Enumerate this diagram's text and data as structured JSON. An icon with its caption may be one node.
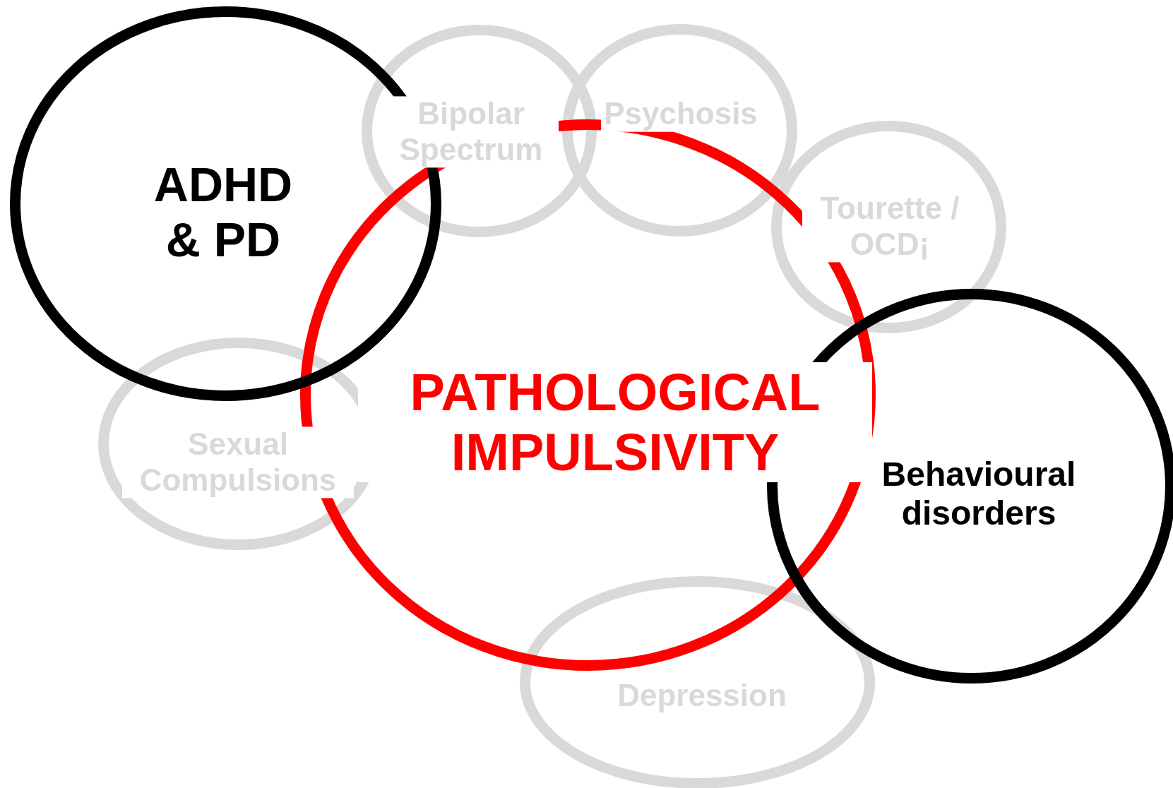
{
  "diagram": {
    "nodes": [
      {
        "text": [
          "ADHD & PD"
        ]
      },
      {
        "text": [
          "Bipolar Spectrum"
        ]
      },
      {
        "text": [
          "Psychosis"
        ]
      },
      {
        "text": [
          "Tourette / OCD¡"
        ]
      },
      {
        "text": [
          "Sexual Compulsions"
        ]
      },
      {
        "text": [
          "PATHOLOGICAL IMPULSIVITY"
        ]
      },
      {
        "text": [
          "Behavioural disorders"
        ]
      },
      {
        "text": [
          "Depression"
        ]
      }
    ],
    "edges": []
  }
}
